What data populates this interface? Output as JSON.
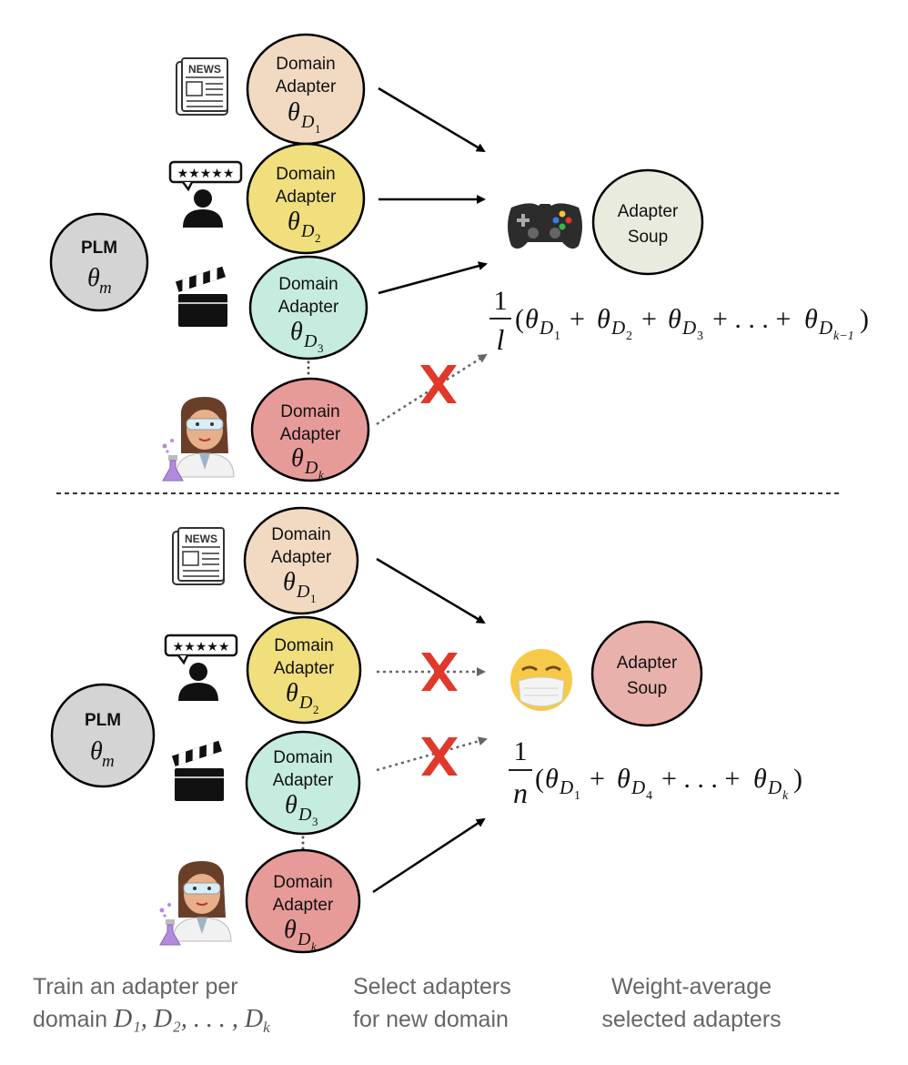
{
  "plm": {
    "label": "PLM",
    "theta": "θ",
    "sub": "m"
  },
  "adapter_label_line1": "Domain",
  "adapter_label_line2": "Adapter",
  "theta": "θ",
  "domain_D": "D",
  "domain_subs": [
    "1",
    "2",
    "3",
    "k"
  ],
  "soup_label_line1": "Adapter",
  "soup_label_line2": "Soup",
  "colors": {
    "adapter_1": "#f2dac2",
    "adapter_2": "#f0df7c",
    "adapter_3": "#c5ecdf",
    "adapter_k": "#e79b98",
    "plm": "#d4d4d4",
    "soup_top": "#e8ebde",
    "soup_bottom": "#e9b1ab",
    "cross": "#e0392b"
  },
  "icons": [
    "newspaper-icon",
    "reviewer-icon",
    "clapperboard-icon",
    "scientist-icon",
    "game-controller-icon",
    "mask-face-icon"
  ],
  "top_formula": {
    "frac_num": "1",
    "frac_den": "l",
    "subs": [
      "1",
      "2",
      "3",
      "k−1"
    ],
    "plus": "+",
    "dots": "+ . . . +"
  },
  "bottom_formula": {
    "frac_num": "1",
    "frac_den": "n",
    "subs": [
      "1",
      "4",
      "k"
    ]
  },
  "captions": {
    "train_line1": "Train an adapter per",
    "train_line2_prefix": "domain ",
    "train_math": "D₁, D₂, . . . , D",
    "train_math_sub": "k",
    "select_line1": "Select adapters",
    "select_line2": "for new domain",
    "weight_line1": "Weight-average",
    "weight_line2": "selected adapters"
  }
}
